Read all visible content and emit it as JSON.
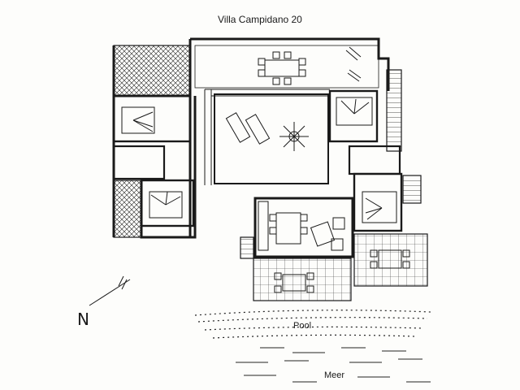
{
  "plan": {
    "title": "Villa Campidano 20",
    "pool_label": "Pool",
    "sea_label": "Meer",
    "north_label": "N"
  },
  "colors": {
    "ink": "#1a1a1a",
    "paper": "#fdfdfb"
  },
  "icons": [
    "north-arrow-icon",
    "sun-icon",
    "sunbed-icon",
    "bed-icon",
    "dining-table-icon",
    "sofa-icon"
  ]
}
